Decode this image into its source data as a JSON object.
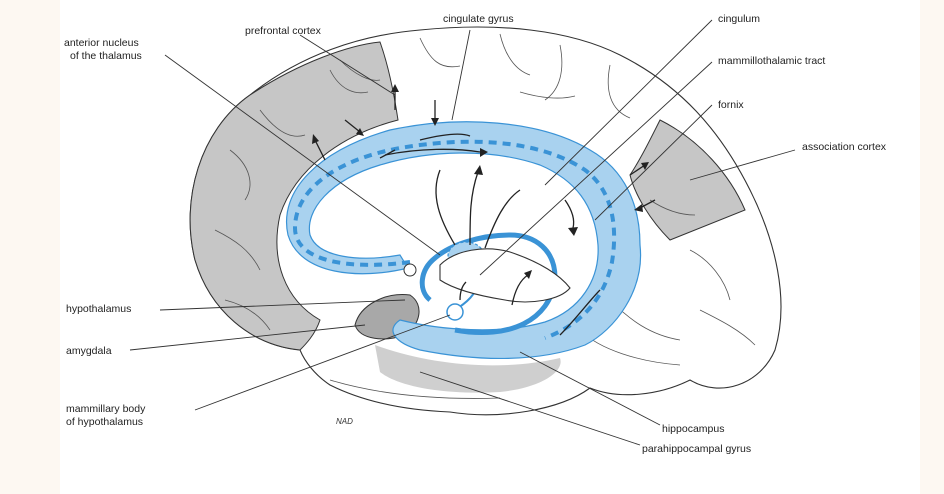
{
  "labels": {
    "prefrontal_cortex": "prefrontal cortex",
    "cingulate_gyrus": "cingulate gyrus",
    "cingulum": "cingulum",
    "anterior_nucleus_1": "anterior nucleus",
    "anterior_nucleus_2": "of the thalamus",
    "mammillothalamic_tract": "mammillothalamic tract",
    "fornix": "fornix",
    "association_cortex": "association cortex",
    "hypothalamus": "hypothalamus",
    "amygdala": "amygdala",
    "mammillary_body_1": "mammillary body",
    "mammillary_body_2": "of hypothalamus",
    "hippocampus": "hippocampus",
    "parahippocampal_gyrus": "parahippocampal gyrus"
  },
  "signature": "NAD",
  "colors": {
    "limbic_fill": "#a9d2ef",
    "limbic_stroke": "#3a93d6",
    "cortex_gray": "#c6c6c6",
    "amygdala_gray": "#a8a8a8",
    "brain_white": "#ffffff",
    "outline": "#333333"
  }
}
